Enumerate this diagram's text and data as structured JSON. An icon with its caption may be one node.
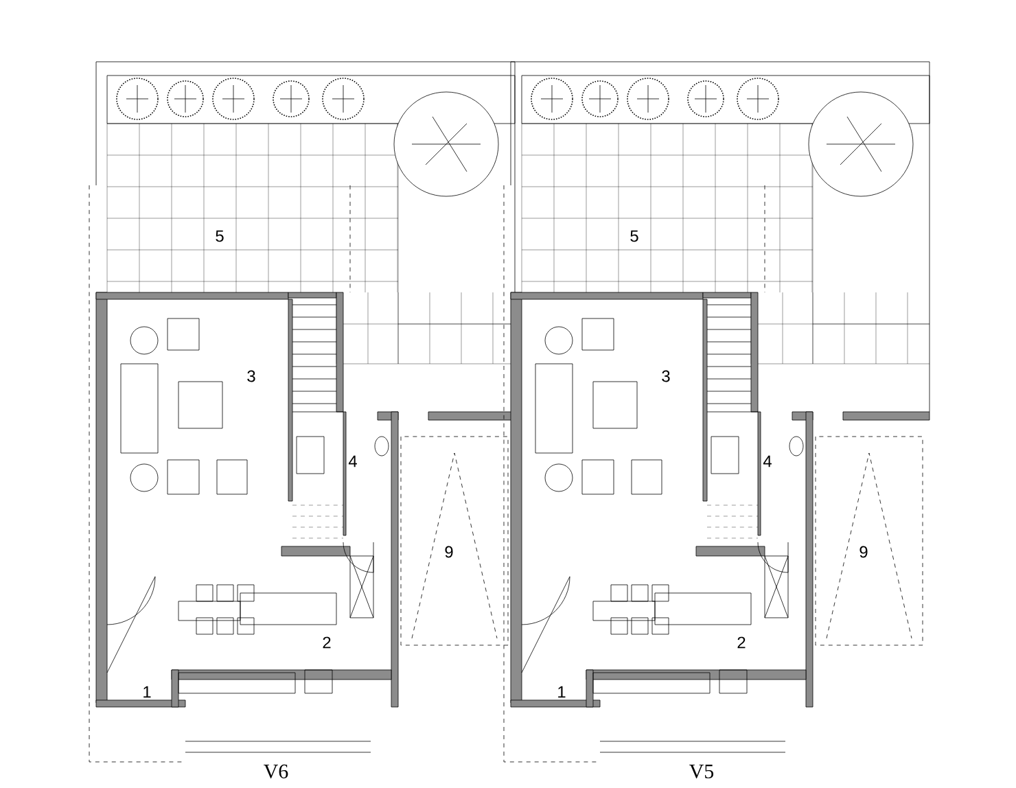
{
  "diagram": {
    "labels": [
      "5",
      "5",
      "3",
      "3",
      "4",
      "4",
      "9",
      "9",
      "2",
      "2",
      "1",
      "1",
      "V6",
      "V5"
    ]
  }
}
